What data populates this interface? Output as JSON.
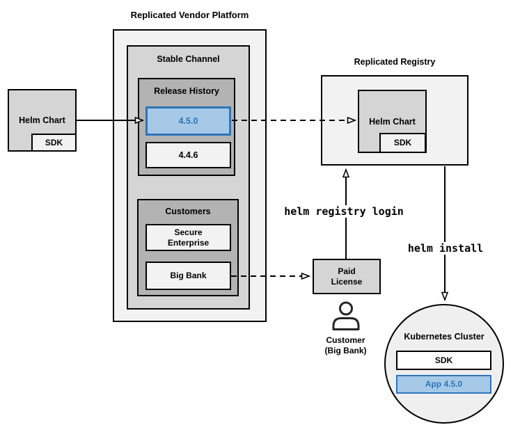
{
  "colors": {
    "accent_blue_fill": "#a6c9e8",
    "accent_blue_border": "#2e75b6",
    "accent_blue_text": "#2e75b6",
    "outer_gray": "#f2f2f2",
    "mid_gray": "#d5d5d5",
    "dark_gray": "#b3b3b3",
    "border_black": "#000000"
  },
  "vendor_platform": {
    "title": "Replicated Vendor Platform",
    "stable_channel": {
      "title": "Stable Channel",
      "release_history": {
        "title": "Release History",
        "releases": [
          {
            "version": "4.5.0",
            "highlighted": true
          },
          {
            "version": "4.4.6",
            "highlighted": false
          }
        ]
      },
      "customers": {
        "title": "Customers",
        "items": [
          {
            "name": "Secure\nEnterprise"
          },
          {
            "name": "Big Bank"
          }
        ]
      }
    }
  },
  "helm_chart_source": {
    "label": "Helm Chart",
    "sdk": "SDK"
  },
  "registry": {
    "title": "Replicated Registry",
    "helm_chart": {
      "label": "Helm Chart",
      "sdk": "SDK"
    }
  },
  "paid_license": {
    "label": "Paid\nLicense"
  },
  "customer": {
    "icon": "person-icon",
    "label": "Customer\n(Big Bank)"
  },
  "kubernetes_cluster": {
    "title": "Kubernetes Cluster",
    "sdk": "SDK",
    "app": "App 4.5.0"
  },
  "commands": {
    "registry_login": "helm registry login",
    "install": "helm install"
  }
}
